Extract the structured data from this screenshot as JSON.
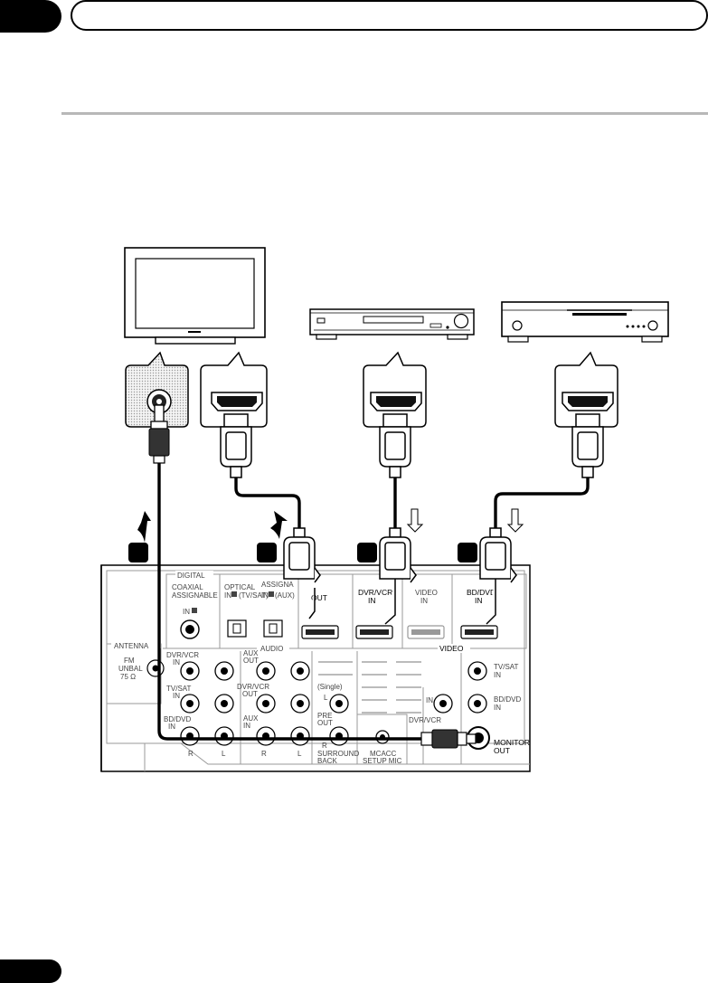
{
  "receiver": {
    "digital": "DIGITAL",
    "coaxial": "COAXIAL",
    "assignable": "ASSIGNABLE",
    "coax_in": "IN",
    "optical": "OPTICAL",
    "optical_in": "IN",
    "optical_tvsat": "(TV/SAT)",
    "assign_trunc": "ASSIGNA",
    "opt2_in": "IN",
    "aux_paren": "(AUX)",
    "hdmi_out": "OUT",
    "hdmi_dvr": "DVR/VCR",
    "hdmi_dvr_in": "IN",
    "hdmi_video": "VIDEO",
    "hdmi_video_in": "IN",
    "hdmi_bd": "BD/DVD",
    "hdmi_bd_in": "IN",
    "antenna": "ANTENNA",
    "fm": "FM",
    "unbal": "UNBAL",
    "ohm": "75 Ω",
    "audio": "AUDIO",
    "video": "VIDEO",
    "a_dvr": "DVR/VCR",
    "a_dvr_in": "IN",
    "a_tvsat": "TV/SAT",
    "a_tvsat_in": "IN",
    "a_bd": "BD/DVD",
    "a_bd_in": "IN",
    "aux_out": "AUX",
    "aux_out2": "OUT",
    "dvr_out": "DVR/VCR",
    "dvr_out2": "OUT",
    "aux_in": "AUX",
    "aux_in2": "IN",
    "r1": "R",
    "l1": "L",
    "r2": "R",
    "l2": "L",
    "single": "(Single)",
    "single_l": "L",
    "pre": "PRE",
    "pre_out": "OUT",
    "sb_r": "R",
    "surround": "SURROUND",
    "back": "BACK",
    "mcacc": "MCACC",
    "setup_mic": "SETUP MIC",
    "v_in": "IN",
    "v_dvr": "DVR/VCR",
    "v_tvsat": "TV/SAT",
    "v_tvsat_in": "IN",
    "v_bd": "BD/DVD",
    "v_bd_in": "IN",
    "monitor": "MONITOR",
    "monitor_out": "OUT"
  }
}
